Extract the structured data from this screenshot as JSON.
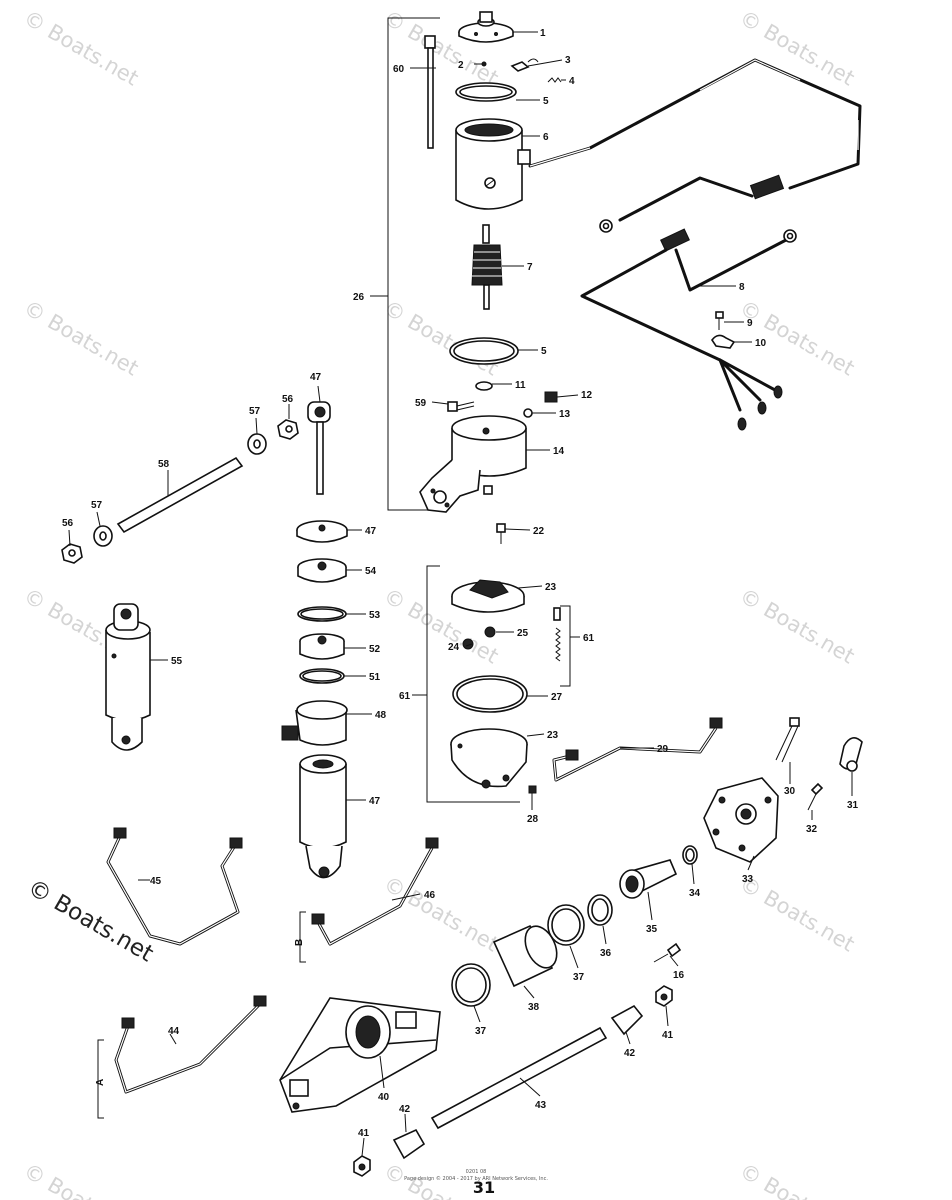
{
  "watermark": {
    "text": "© Boats.net",
    "main_text": "© Boats.net"
  },
  "page_number": "31",
  "footer": {
    "line1": "0201 08",
    "line2": "Page design © 2004 - 2017 by ARI Network Services, Inc."
  },
  "labels": {
    "p1": "1",
    "p2": "2",
    "p3": "3",
    "p4": "4",
    "p5a": "5",
    "p5b": "5",
    "p6": "6",
    "p7": "7",
    "p8": "8",
    "p9": "9",
    "p10": "10",
    "p11": "11",
    "p12": "12",
    "p13": "13",
    "p14": "14",
    "p16": "16",
    "p22": "22",
    "p23a": "23",
    "p23b": "23",
    "p24": "24",
    "p25": "25",
    "p26": "26",
    "p27": "27",
    "p28": "28",
    "p29": "29",
    "p30": "30",
    "p31": "31",
    "p32": "32",
    "p33": "33",
    "p34": "34",
    "p35": "35",
    "p36": "36",
    "p37a": "37",
    "p37b": "37",
    "p38": "38",
    "p40": "40",
    "p41a": "41",
    "p41b": "41",
    "p42a": "42",
    "p42b": "42",
    "p43": "43",
    "p44": "44",
    "p45": "45",
    "p46": "46",
    "p47a": "47",
    "p47b": "47",
    "p47c": "47",
    "p48": "48",
    "p51": "51",
    "p52": "52",
    "p53": "53",
    "p54": "54",
    "p55": "55",
    "p56a": "56",
    "p56b": "56",
    "p57a": "57",
    "p57b": "57",
    "p58": "58",
    "p59": "59",
    "p60": "60",
    "p61a": "61",
    "p61b": "61",
    "pA": "A",
    "pB": "B"
  }
}
